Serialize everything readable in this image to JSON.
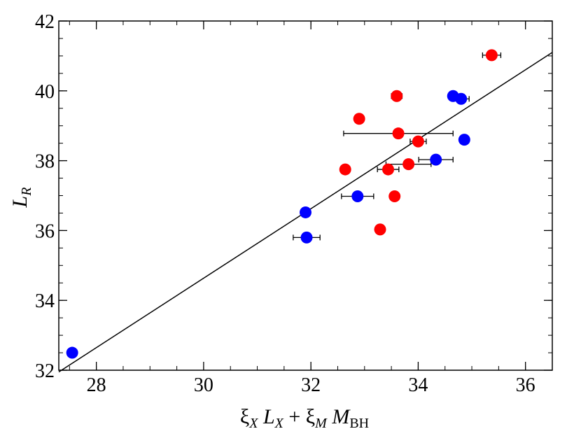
{
  "chart_data": {
    "type": "scatter",
    "xlabel": "ξX LX + ξM MBH",
    "ylabel": "LR",
    "xlabel_parts": {
      "xi1": "ξ",
      "sub1": "X",
      "var1": " L",
      "sub2": "X",
      "plus": " + ξ",
      "sub3": "M",
      "var2": " M",
      "sub4": "BH"
    },
    "ylabel_parts": {
      "main": "L",
      "sub": "R"
    },
    "xlim": [
      27.3,
      36.5
    ],
    "ylim": [
      32,
      42
    ],
    "x_ticks": [
      28,
      30,
      32,
      34,
      36
    ],
    "y_ticks": [
      32,
      34,
      36,
      38,
      40,
      42
    ],
    "x_tick_labels": [
      "28",
      "30",
      "32",
      "34",
      "36"
    ],
    "y_tick_labels": [
      "32",
      "34",
      "36",
      "38",
      "40",
      "42"
    ],
    "minor_x_step": 0.5,
    "minor_y_step": 0.5,
    "grid": false,
    "fit_line": {
      "x": [
        27.3,
        36.5
      ],
      "y": [
        31.95,
        41.1
      ],
      "color": "#000000"
    },
    "series": [
      {
        "color": "#ff0000",
        "points": [
          {
            "x": 35.37,
            "y": 41.02,
            "xerr": 0.17
          },
          {
            "x": 33.6,
            "y": 39.85,
            "xerr": 0.1
          },
          {
            "x": 32.9,
            "y": 39.2,
            "xerr": 0.06
          },
          {
            "x": 33.63,
            "y": 38.78,
            "xerr": 1.02
          },
          {
            "x": 34.0,
            "y": 38.55,
            "xerr": 0.15
          },
          {
            "x": 33.82,
            "y": 37.9,
            "xerr": 0.42
          },
          {
            "x": 33.44,
            "y": 37.75,
            "xerr": 0.2
          },
          {
            "x": 32.64,
            "y": 37.75,
            "xerr": 0.08
          },
          {
            "x": 33.56,
            "y": 36.98,
            "xerr": 0.08
          },
          {
            "x": 33.29,
            "y": 36.03,
            "xerr": 0.0
          }
        ]
      },
      {
        "color": "#0000ff",
        "points": [
          {
            "x": 34.65,
            "y": 39.85,
            "xerr": 0.06
          },
          {
            "x": 34.8,
            "y": 39.77,
            "xerr": 0.15
          },
          {
            "x": 34.86,
            "y": 38.6,
            "xerr": 0.0
          },
          {
            "x": 34.33,
            "y": 38.03,
            "xerr": 0.32
          },
          {
            "x": 32.87,
            "y": 36.98,
            "xerr": 0.3
          },
          {
            "x": 31.9,
            "y": 36.52,
            "xerr": 0.0
          },
          {
            "x": 31.92,
            "y": 35.8,
            "xerr": 0.25
          },
          {
            "x": 27.55,
            "y": 32.5,
            "xerr": 0.0
          }
        ]
      }
    ]
  }
}
